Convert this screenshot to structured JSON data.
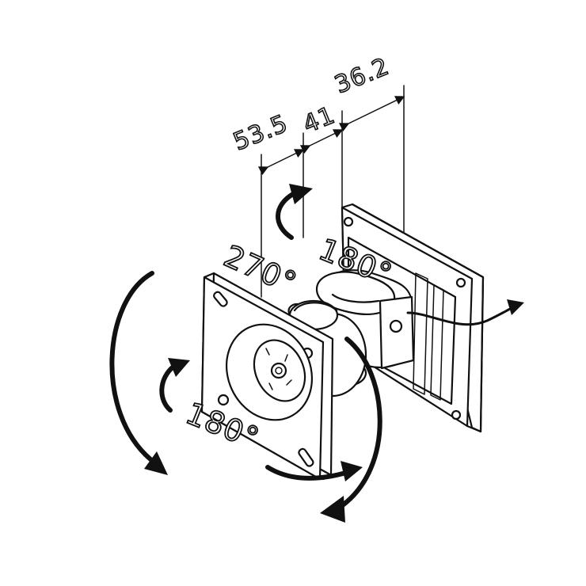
{
  "dimensions": {
    "d1": "53.5",
    "d2": "41",
    "d3": "36.2"
  },
  "angles": {
    "vertical_pivot": "270°",
    "arm_swivel": "180°",
    "plate_rotate": "180°"
  },
  "colors": {
    "line": "#111111",
    "background": "#ffffff"
  }
}
